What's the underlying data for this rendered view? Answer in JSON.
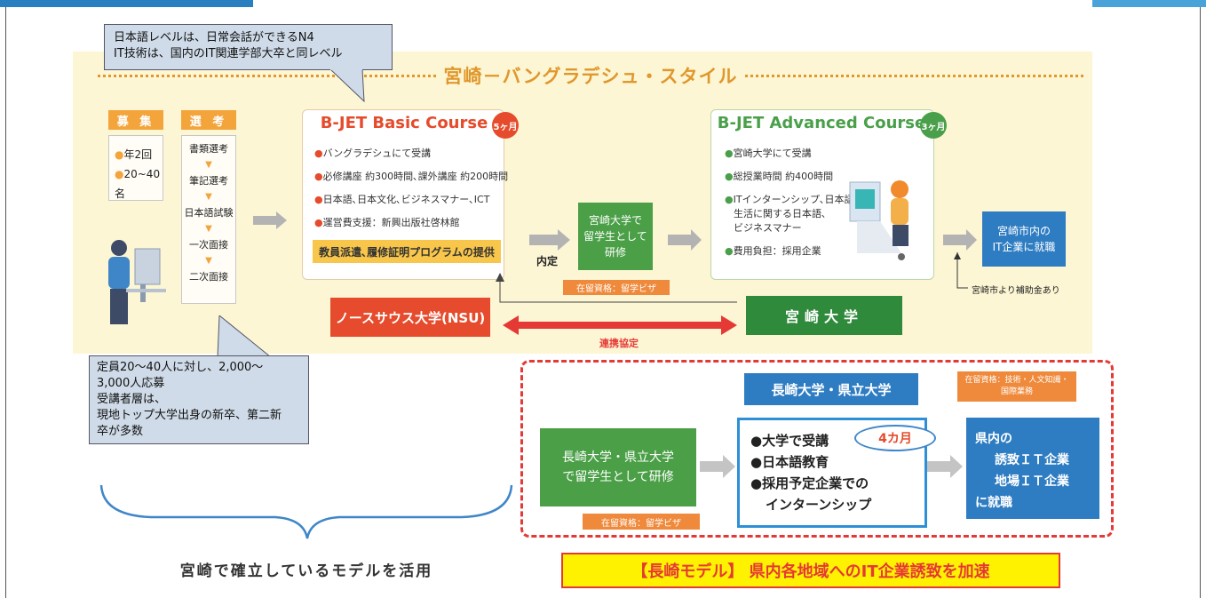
{
  "callout_top": {
    "line1": "日本語レベルは、日常会話ができるN4",
    "line2": "IT技術は、国内のIT関連学部大卒と同レベル"
  },
  "header_title": "宮崎－バングラデシュ・スタイル",
  "recruit": {
    "label": "募 集",
    "items": [
      "年2回",
      "20~40名"
    ]
  },
  "selection": {
    "label": "選 考",
    "steps": [
      "書類選考",
      "筆記選考",
      "日本語試験",
      "一次面接",
      "二次面接"
    ]
  },
  "basic_course": {
    "title": "B-JET Basic Course",
    "badge": "5ヶ月",
    "bullets": [
      "バングラデシュにて受講",
      "必修講座 約300時間､課外講座 約200時間",
      "日本語､日本文化､ビジネスマナー､ICT",
      "運営費支援：新興出版社啓林館"
    ],
    "footer": "教員派遣､履修証明プログラムの提供"
  },
  "naitei_label": "内定",
  "study_box": "宮崎大学で\n留学生として\n研修",
  "visa_tag_1": "在留資格：留学ビザ",
  "advanced_course": {
    "title": "B-JET Advanced Course",
    "badge": "3ヶ月",
    "bullets": [
      "宮崎大学にて受講",
      "総授業時間 約400時間",
      "ITインターンシップ､日本語､",
      "生活に関する日本語､",
      "ビジネスマナー",
      "費用負担：採用企業"
    ]
  },
  "employment_box": "宮崎市内の\nIT企業に就職",
  "subsidy_note": "宮崎市より補助金あり",
  "nsu_label": "ノースサウス大学(NSU)",
  "miyazaki_univ_label": "宮崎大学",
  "agreement_label": "連携協定",
  "callout_bottom": {
    "lines": [
      "定員20～40人に対し、2,000～",
      "3,000人応募",
      "受講者層は、",
      "現地トップ大学出身の新卒、第二新",
      "卒が多数"
    ]
  },
  "brace_caption": "宮崎で確立しているモデルを活用",
  "nagasaki": {
    "univ_header": "長崎大学・県立大学",
    "status_tag": "在留資格：技術・人文知識・国際業務",
    "study_box": "長崎大学・県立大学\nで留学生として研修",
    "visa_tag": "在留資格：留学ビザ",
    "bullets": [
      "●大学で受講",
      "●日本語教育",
      "●採用予定企業での",
      "インターンシップ"
    ],
    "duration_badge": "4カ月",
    "result_box": [
      "県内の",
      "誘致ＩＴ企業",
      "地場ＩＴ企業",
      "に就職"
    ],
    "model_banner": "【長崎モデル】 県内各地域へのIT企業誘致を加速"
  },
  "colors": {
    "orange": "#e0972c",
    "red": "#e53935",
    "green": "#4a9f47",
    "blue": "#2e7cc2"
  }
}
